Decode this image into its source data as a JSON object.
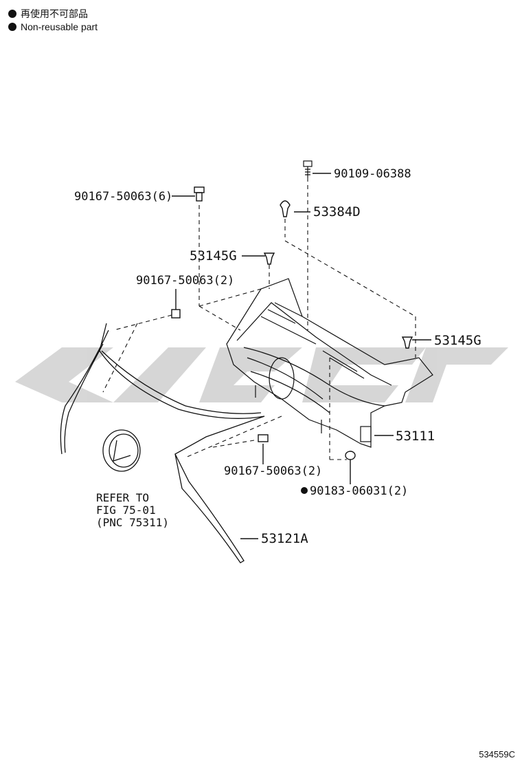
{
  "legend": {
    "line1": "再使用不可部品",
    "line2": "Non-reusable part"
  },
  "watermark": {
    "color": "#d0d0d0"
  },
  "labels": {
    "p90109": "90109-06388",
    "p90167_6": "90167-50063(6)",
    "p53384d": "53384D",
    "p53145g_top": "53145G",
    "p90167_2a": "90167-50063(2)",
    "p53145g_right": "53145G",
    "p53111": "53111",
    "p90167_2b": "90167-50063(2)",
    "p90183": "90183-06031(2)",
    "p53121a": "53121A"
  },
  "reference": {
    "line1": "REFER TO",
    "line2": "FIG 75-01",
    "line3": "(PNC 75311)"
  },
  "diagram_code": "534559C"
}
